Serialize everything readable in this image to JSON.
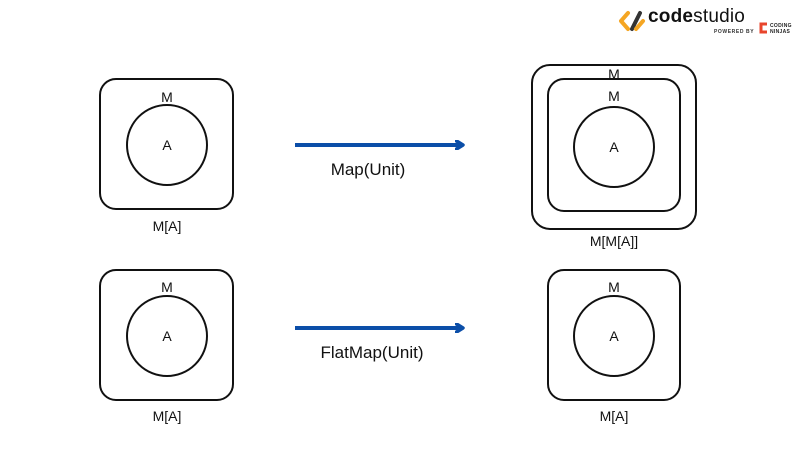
{
  "brand": {
    "word_bold": "code",
    "word_light": "studio",
    "powered_by": "POWERED BY",
    "partner_line1": "CODING",
    "partner_line2": "NINJAS",
    "colors": {
      "orange": "#f5a623",
      "dark": "#333333",
      "red": "#e8452c"
    }
  },
  "diagram": {
    "arrow_color": "#0b4ea8",
    "stroke_color": "#111111",
    "rows": [
      {
        "input": {
          "outer": "M",
          "inner": "A",
          "caption": "M[A]"
        },
        "arrow_label": "Map(Unit)",
        "output": {
          "outer": "M",
          "middle": "M",
          "inner": "A",
          "caption": "M[M[A]]"
        }
      },
      {
        "input": {
          "outer": "M",
          "inner": "A",
          "caption": "M[A]"
        },
        "arrow_label": "FlatMap(Unit)",
        "output": {
          "outer": "M",
          "inner": "A",
          "caption": "M[A]"
        }
      }
    ]
  }
}
